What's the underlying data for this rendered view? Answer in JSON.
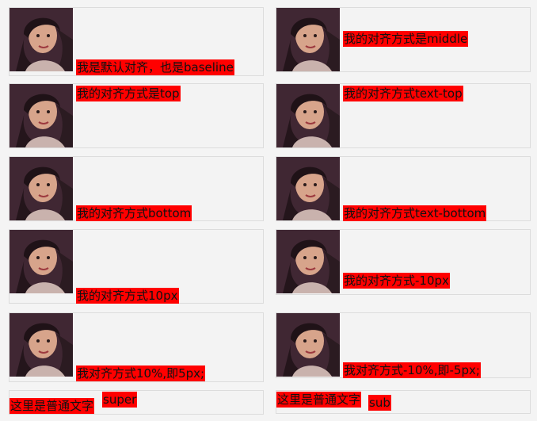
{
  "demos": {
    "baseline": {
      "label": "我是默认对齐，也是baseline"
    },
    "middle": {
      "label": "我的对齐方式是middle"
    },
    "top": {
      "label": "我的对齐方式是top"
    },
    "text_top": {
      "label": "我的对齐方式text-top"
    },
    "bottom": {
      "label": "我的对齐方式bottom"
    },
    "text_bottom": {
      "label": "我的对齐方式text-bottom"
    },
    "px10": {
      "label": "我的对齐方式10px"
    },
    "neg10px": {
      "label": "我的对齐方式-10px"
    },
    "pct10": {
      "label": "我对齐方式10%,即5px;"
    },
    "neg10pct": {
      "label": "我对齐方式-10%,即-5px;"
    },
    "super": {
      "plain_text": "这里是普通文字",
      "label": "super"
    },
    "sub": {
      "plain_text": "这里是普通文字",
      "label": "sub"
    }
  },
  "colors": {
    "label_background": "#ff0000",
    "box_border": "#dcdcdc",
    "page_background": "#f4f4f4"
  },
  "icons": {
    "photo": "portrait-photo"
  }
}
